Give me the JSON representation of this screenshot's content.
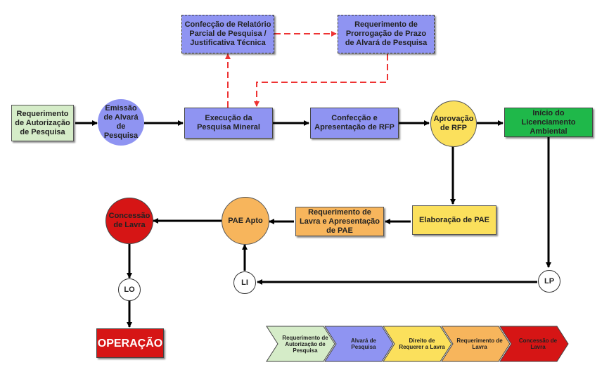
{
  "nodes": {
    "req_autorizacao": "Requerimento de Autorização de Pesquisa",
    "emissao_alvara": "Emissão de Alvará de Pesquisa",
    "execucao_pesquisa": "Execução da Pesquisa Mineral",
    "relatorio_parcial": "Confecção de Relatório Parcial de Pesquisa / Justificativa Técnica",
    "prorrogacao": "Requerimento de Prorrogação de Prazo de Alvará de Pesquisa",
    "confeccao_rfp": "Confecção e Apresentação de RFP",
    "aprovacao_rfp": "Aprovação de RFP",
    "licenciamento": "Início do Licenciamento Ambiental",
    "elaboracao_pae": "Elaboração de PAE",
    "req_lavra": "Requerimento de Lavra e Apresentação de PAE",
    "pae_apto": "PAE Apto",
    "concessao_lavra": "Concessão de Lavra",
    "lp": "LP",
    "li": "LI",
    "lo": "LO",
    "operacao": "OPERAÇÃO"
  },
  "legend": [
    {
      "label": "Requerimento de Autorização de Pesquisa",
      "color": "#d5ecc8"
    },
    {
      "label": "Alvará de Pesquisa",
      "color": "#8f94f2"
    },
    {
      "label": "Direito de Requerer a Lavra",
      "color": "#fbe05c"
    },
    {
      "label": "Requerimento de Lavra",
      "color": "#f7b55c"
    },
    {
      "label": "Concessão de Lavra",
      "color": "#d61515"
    }
  ],
  "colors": {
    "green_light": "#d5ecc8",
    "blue": "#8f94f2",
    "yellow": "#fbe05c",
    "orange": "#f7b55c",
    "red": "#d61515",
    "green_dark": "#1fb84a",
    "dashed_arrow": "#ee3333"
  }
}
